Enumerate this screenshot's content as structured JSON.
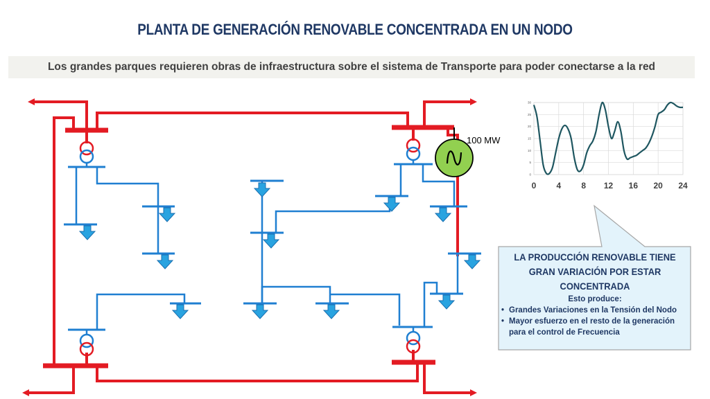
{
  "slide": {
    "title": "PLANTA DE GENERACIÓN RENOVABLE CONCENTRADA EN UN NODO",
    "banner": "Los grandes parques requieren obras de infraestructura sobre el sistema de Transporte para poder conectarse a la red"
  },
  "generator": {
    "label": "100 MW",
    "symbol": "∿"
  },
  "callout": {
    "heading_line1": "LA PRODUCCIÓN RENOVABLE TIENE",
    "heading_line2": "GRAN VARIACIÓN POR ESTAR",
    "heading_line3": "CONCENTRADA",
    "subheading": "Esto produce:",
    "bullets": [
      "Grandes Variaciones en la Tensión del Nodo",
      "Mayor  esfuerzo en el resto de la generación para el control de Frecuencia"
    ]
  },
  "colors": {
    "title": "#1f3864",
    "line_red": "#e31b23",
    "line_blue": "#1f7fd1",
    "load_arrow": "#29a3e0",
    "generator_fill": "#92d050",
    "callout_fill": "#e3f3fb",
    "chart_line": "#1e5660"
  },
  "chart_data": {
    "type": "line",
    "title": "",
    "xlabel": "",
    "ylabel": "",
    "xlim": [
      0,
      24
    ],
    "ylim": [
      0,
      30
    ],
    "x_ticks": [
      "0",
      "4",
      "8",
      "12",
      "16",
      "20",
      "24"
    ],
    "y_ticks": [
      "0",
      "5",
      "10",
      "15",
      "20",
      "25",
      "30"
    ],
    "grid": true,
    "x": [
      0,
      0.5,
      1,
      1.5,
      2,
      2.5,
      3,
      3.5,
      4,
      4.5,
      5,
      5.5,
      6,
      6.5,
      7,
      7.5,
      8,
      8.5,
      9,
      9.5,
      10,
      10.5,
      11,
      11.5,
      12,
      12.5,
      13,
      13.5,
      14,
      14.5,
      15,
      15.5,
      16,
      16.5,
      17,
      17.5,
      18,
      18.5,
      19,
      19.5,
      20,
      20.5,
      21,
      21.5,
      22,
      22.5,
      23,
      23.5,
      24
    ],
    "values": [
      29,
      24,
      14,
      4,
      0.5,
      0.5,
      3,
      9,
      15,
      19,
      20.5,
      19,
      15,
      7,
      2,
      1.5,
      4,
      9,
      12,
      14,
      18,
      25,
      30,
      27,
      20,
      15,
      18,
      22,
      18,
      10,
      6.5,
      7,
      7.5,
      8,
      9,
      10,
      11,
      13,
      16,
      20,
      25,
      26,
      27,
      29,
      30,
      29.5,
      28.5,
      28,
      28
    ]
  }
}
